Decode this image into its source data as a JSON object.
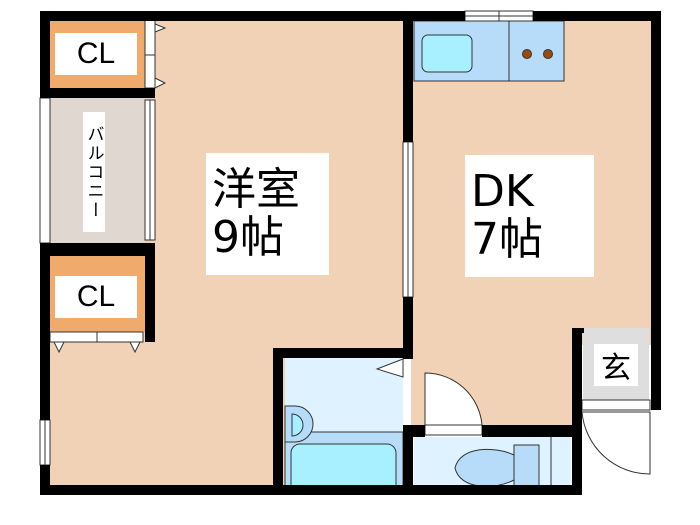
{
  "floor_plan": {
    "rooms": {
      "western_room": {
        "name": "洋室",
        "size": "9帖"
      },
      "dining_kitchen": {
        "name": "DK",
        "size": "7帖"
      },
      "closet_top": {
        "label": "CL"
      },
      "closet_bottom": {
        "label": "CL"
      },
      "balcony": {
        "label": "バルコニー"
      },
      "entrance": {
        "label": "玄"
      }
    },
    "colors": {
      "wall": "#000000",
      "room_floor": "#f2d2b6",
      "closet": "#f0aa6c",
      "balcony": "#e0d8d0",
      "wet_area": "#dff2ff",
      "fixture": "#b6dcf9",
      "bathtub": "#a8f0ff",
      "entrance": "#dedede",
      "stove_burner": "#9b4a0c"
    }
  }
}
